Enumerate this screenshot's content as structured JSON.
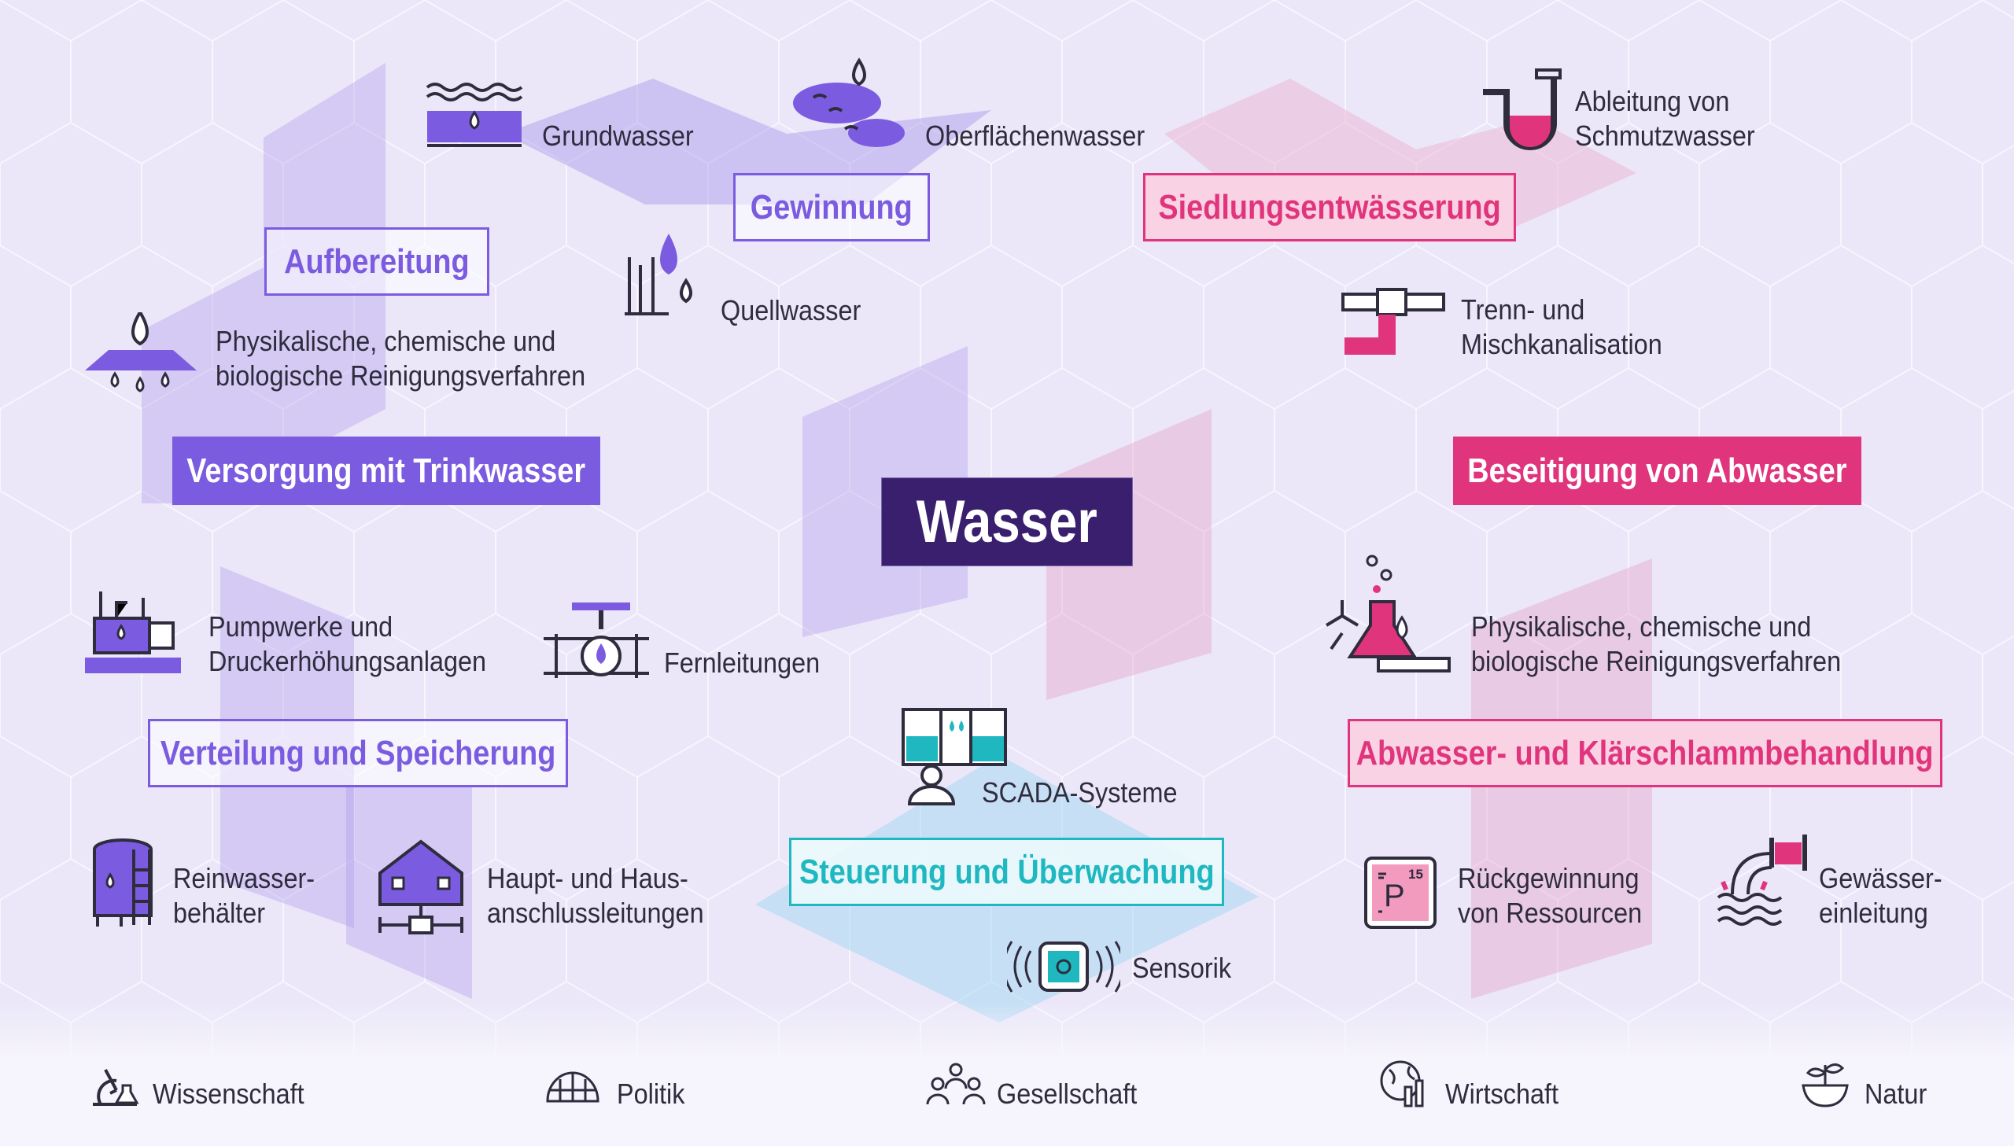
{
  "center": "Wasser",
  "categories": {
    "gewinnung": "Gewinnung",
    "siedlung": "Siedlungsentwässerung",
    "aufbereitung": "Aufbereitung",
    "versorgung": "Versorgung mit Trinkwasser",
    "beseitigung": "Beseitigung von Abwasser",
    "verteilung": "Verteilung und Speicherung",
    "abwasserbehandlung": "Abwasser- und Klärschlammbehandlung",
    "steuerung": "Steuerung und Überwachung"
  },
  "items": {
    "grundwasser": [
      "Grundwasser"
    ],
    "oberflaechenwasser": [
      "Oberflächenwasser"
    ],
    "schmutzwasser": [
      "Ableitung von",
      "Schmutzwasser"
    ],
    "quellwasser": [
      "Quellwasser"
    ],
    "reinigung_links": [
      "Physikalische, chemische und",
      "biologische Reinigungsverfahren"
    ],
    "kanalisation": [
      "Trenn- und",
      "Mischkanalisation"
    ],
    "pumpwerke": [
      "Pumpwerke und",
      "Druckerhöhungsanlagen"
    ],
    "fernleitungen": [
      "Fernleitungen"
    ],
    "reinigung_rechts": [
      "Physikalische, chemische und",
      "biologische Reinigungsverfahren"
    ],
    "scada": [
      "SCADA-Systeme"
    ],
    "reinwasser": [
      "Reinwasser-",
      "behälter"
    ],
    "anschluss": [
      "Haupt- und Haus-",
      "anschlussleitungen"
    ],
    "rueckgewinnung": [
      "Rückgewinnung",
      "von Ressourcen"
    ],
    "einleitung": [
      "Gewässer-",
      "einleitung"
    ],
    "sensorik": [
      "Sensorik"
    ],
    "element_symbol": "P",
    "element_number": "15"
  },
  "footer": [
    "Wissenschaft",
    "Politik",
    "Gesellschaft",
    "Wirtschaft",
    "Natur"
  ],
  "colors": {
    "violet": "#7b5ce0",
    "pink": "#e0357d",
    "teal": "#1fb8c0",
    "dark": "#3a1f6e",
    "text": "#2f2c3e"
  }
}
